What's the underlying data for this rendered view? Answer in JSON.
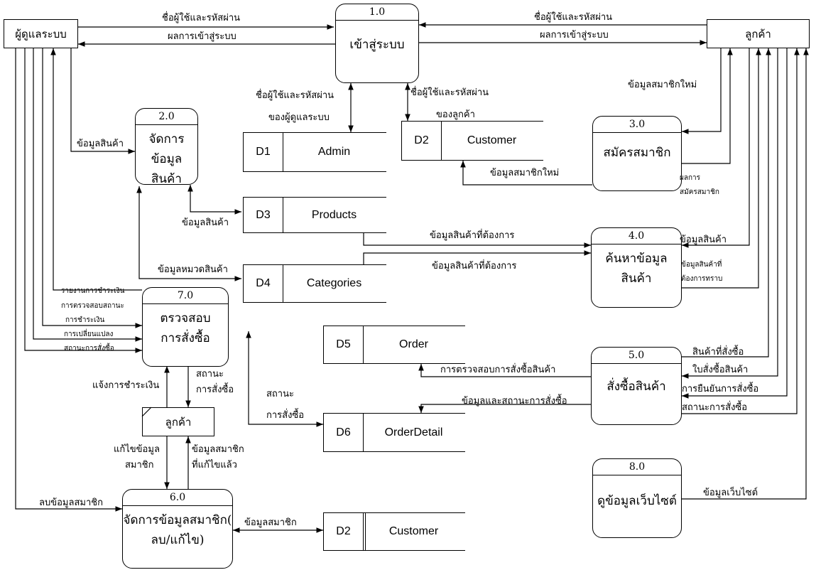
{
  "entities": {
    "admin": "ผู้ดูแลระบบ",
    "customer": "ลูกค้า"
  },
  "processes": [
    {
      "id": "1.0",
      "name": [
        "เข้าสู่ระบบ"
      ]
    },
    {
      "id": "2.0",
      "name": [
        "จัดการข้อมูล",
        "สินค้า"
      ]
    },
    {
      "id": "3.0",
      "name": [
        "สมัครสมาชิก"
      ]
    },
    {
      "id": "4.0",
      "name": [
        "ค้นหาข้อมูล",
        "สินค้า"
      ]
    },
    {
      "id": "5.0",
      "name": [
        "สั่งซื้อสินค้า"
      ]
    },
    {
      "id": "6.0",
      "name": [
        "จัดการข้อมูลสมาชิก(",
        "ลบ/แก้ไข)"
      ]
    },
    {
      "id": "7.0",
      "name": [
        "ตรวจสอบ",
        "การสั่งซื้อ"
      ]
    },
    {
      "id": "8.0",
      "name": [
        "ดูข้อมูลเว็บไซต์"
      ]
    }
  ],
  "stores": [
    {
      "id": "D1",
      "name": "Admin"
    },
    {
      "id": "D2",
      "name": "Customer"
    },
    {
      "id": "D3",
      "name": "Products"
    },
    {
      "id": "D4",
      "name": "Categories"
    },
    {
      "id": "D5",
      "name": "Order"
    },
    {
      "id": "D6",
      "name": "OrderDetail"
    },
    {
      "id": "D2",
      "name": "Customer"
    }
  ],
  "document": "ลูกค้า",
  "flows": {
    "admin_login": "ชื่อผู้ใช้และรหัสผ่าน",
    "admin_login_result": "ผลการเข้าสู่ระบบ",
    "cust_login": "ชื่อผู้ใช้และรหัสผ่าน",
    "cust_login_result": "ผลการเข้าสู่ระบบ",
    "admin_store_1": "ชื่อผู้ใช้และรหัสผ่าน",
    "admin_store_2": "ของผู้ดูแลระบบ",
    "cust_store_1": "ชื่อผู้ใช้และรหัสผ่าน",
    "cust_store_2": "ของลูกค้า",
    "new_member_info": "ข้อมูลสมาชิกใหม่",
    "new_member_store": "ข้อมูลสมาชิกใหม่",
    "register_result_1": "ผลการ",
    "register_result_2": "สมัครสมาชิก",
    "admin_products": "ข้อมูลสินค้า",
    "products_store": "ข้อมูลสินค้า",
    "category_info": "ข้อมูลหมวดสินค้า",
    "wanted_products_a": "ข้อมูลสินค้าที่ต้องการ",
    "wanted_products_b": "ข้อมูลสินค้าที่ต้องการ",
    "search_products": "ข้อมูลสินค้า",
    "search_result_1": "ข้อมูลสินค้าที่",
    "search_result_2": "ต้องการทราบ",
    "report_payment": "รายงานการชำระเงิน",
    "check_payment_1": "การตรวจสอบสถานะ",
    "check_payment_2": "การชำระเงิน",
    "change_status_1": "การเปลี่ยนแปลง",
    "change_status_2": "สถานะการสั่งซื้อ",
    "notify_payment": "แจ้งการชำระเงิน",
    "order_status_a1": "สถานะ",
    "order_status_a2": "การสั่งซื้อ",
    "order_status_b1": "สถานะ",
    "order_status_b2": "การสั่งซื้อ",
    "order_check": "การตรวจสอบการสั่งซื้อสินค้า",
    "order_detail": "ข้อมูลและสถานะการสั่งซื้อ",
    "ordered_items": "สินค้าที่สั่งซื้อ",
    "order_form": "ใบสั่งซื้อสินค้า",
    "order_confirm": "การยืนยันการสั่งซื้อ",
    "order_state": "สถานะการสั่งซื้อ",
    "edit_member_1": "แก้ไขข้อมูล",
    "edit_member_2": "สมาชิก",
    "edited_member_1": "ข้อมูลสมาชิก",
    "edited_member_2": "ที่แก้ไขแล้ว",
    "delete_member": "ลบข้อมูลสมาชิก",
    "member_info": "ข้อมูลสมาชิก",
    "website_info": "ข้อมูลเว็บไซต์"
  }
}
